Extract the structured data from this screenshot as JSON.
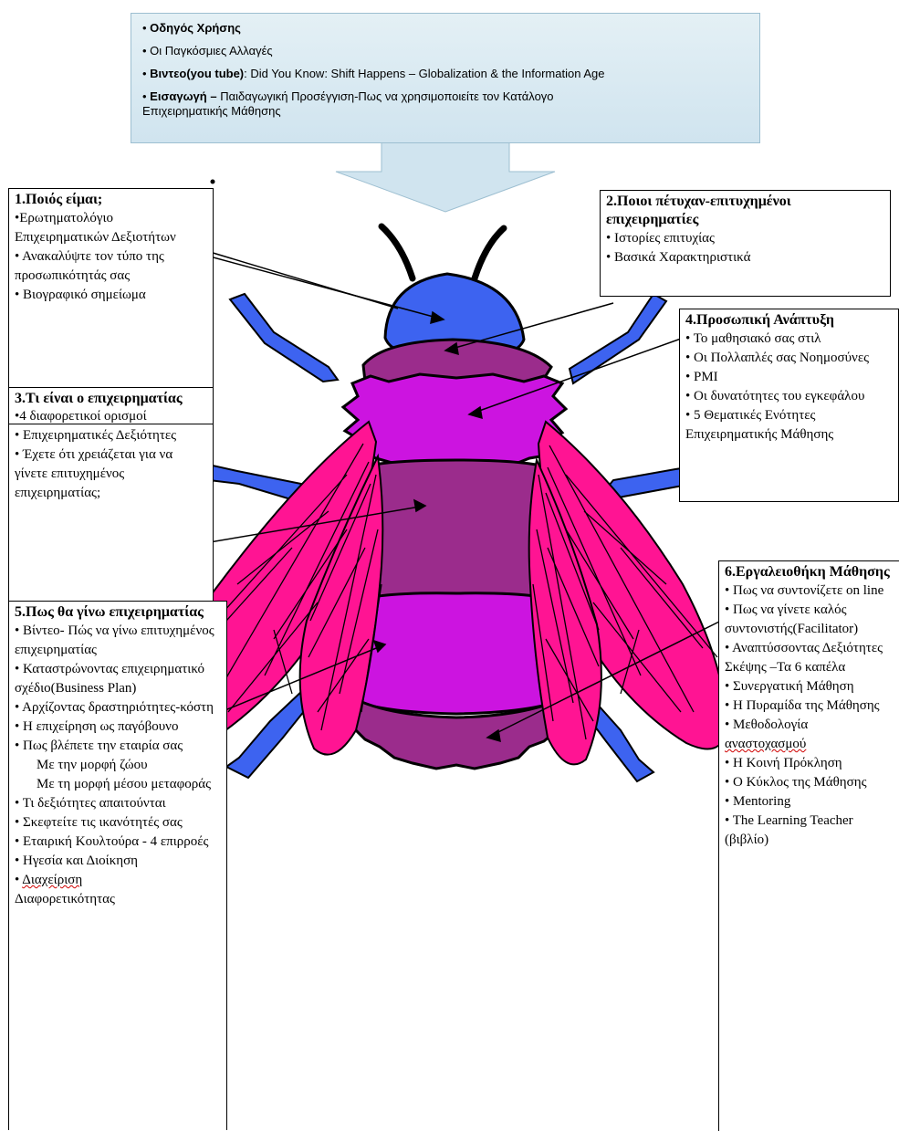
{
  "top_menu": {
    "items": [
      {
        "bold": "Οδηγός Χρήσης",
        "rest": ""
      },
      {
        "bold": "",
        "rest": "Οι Παγκόσμιες Αλλαγές"
      },
      {
        "bold": "Βιντεο(you tube)",
        "rest": ": Did You Know:  Shift Happens  – Globalization  & the Information  Age"
      },
      {
        "bold": "Εισαγωγή –",
        "rest": " Παιδαγωγική Προσέγγιση-Πως να χρησιμοποιείτε τον Κατάλογο"
      },
      {
        "bold": "",
        "rest": "Επιχειρηματικής Μάθησης"
      }
    ]
  },
  "panel1": {
    "title": "1.Ποιός είμαι;",
    "items": [
      "•Ερωτηματολόγιο Επιχειρηματικών Δεξιοτήτων",
      "• Ανακαλύψτε τον τύπο της προσωπικότητάς σας",
      "• Βιογραφικό σημείωμα"
    ]
  },
  "panel2": {
    "title": "2.Ποιοι πέτυχαν-επιτυχημένοι επιχειρηματίες",
    "items": [
      "• Ιστορίες επιτυχίας",
      "• Βασικά Χαρακτηριστικά"
    ]
  },
  "panel3": {
    "title": "3.Τι είναι ο επιχειρηματίας",
    "items": [
      "•4 διαφορετικοί ορισμοί",
      "• Επιχειρηματικές Δεξιότητες",
      "• Έχετε ότι χρειάζεται για να γίνετε επιτυχημένος επιχειρηματίας;"
    ]
  },
  "panel4": {
    "title": "4.Προσωπική Ανάπτυξη",
    "items": [
      "• Το μαθησιακό σας στιλ",
      "• Οι Πολλαπλές σας Νοημοσύνες",
      "• PMI",
      "• Οι δυνατότητες του εγκεφάλου",
      "• 5 Θεματικές Ενότητες Επιχειρηματικής Μάθησης"
    ]
  },
  "panel5": {
    "title": "5.Πως θα γίνω επιχειρηματίας",
    "items": [
      "• Βίντεο- Πώς να γίνω επιτυχημένος επιχειρηματίας",
      "• Καταστρώνοντας επιχειρηματικό σχέδιο(Business Plan)",
      "• Αρχίζοντας δραστηριότητες-κόστη",
      "• Η επιχείρηση ως παγόβουνο",
      "• Πως βλέπετε την εταιρία σας"
    ],
    "sub": [
      "Με την μορφή ζώου",
      "Με τη μορφή μέσου μεταφοράς"
    ],
    "items2": [
      "• Τι δεξιότητες απαιτούνται",
      "• Σκεφτείτε τις ικανότητές σας",
      "• Εταιρική Κουλτούρα - 4 επιρροές",
      "• Ηγεσία και Διοίκηση"
    ],
    "last_a": "Διαχείριση",
    "last_b": "Διαφορετικότητας"
  },
  "panel6": {
    "title": "6.Εργαλειοθήκη Μάθησης",
    "items": [
      "• Πως να συντονίζετε on line",
      "• Πως να γίνετε καλός συντονιστής(Facilitator)",
      "• Αναπτύσσοντας Δεξιότητες Σκέψης –Τα 6 καπέλα",
      "• Συνεργατική Μάθηση",
      "• Η Πυραμίδα της Μάθησης"
    ],
    "item_m1": "• Μεθοδολογία",
    "item_m2": "αναστοχασμού",
    "items2": [
      "• Η Κοινή Πρόκληση",
      "• Ο Κύκλος της Μάθησης",
      "• Mentoring",
      "• The Learning Teacher (βιβλίο)"
    ]
  },
  "colors": {
    "head_blue": "#3d63f0",
    "body_magenta": "#cc14e0",
    "body_purple": "#9b2c8c",
    "wing_pink": "#ff1493",
    "menu_bg": "#d8e8f1"
  }
}
